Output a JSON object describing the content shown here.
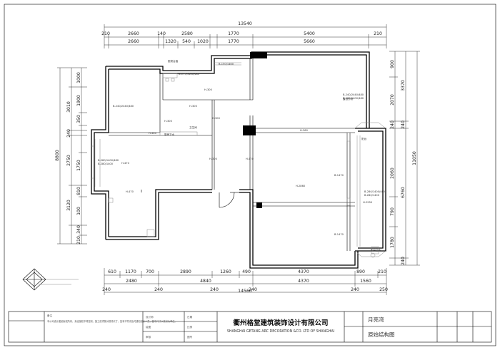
{
  "drawing": {
    "company_cn": "衢州格堂建筑装饰设计有限公司",
    "company_en": "SHANGHAI GETANG ARC DECORATION &CO. LTD OF SHANGHAI",
    "project_name": "月亮湾",
    "drawing_title": "原始结构图"
  },
  "dimensions": {
    "top_total": "13540",
    "top_row1": [
      "210",
      "2660",
      "140",
      "2580",
      "1770",
      "5400",
      "210"
    ],
    "top_row2": [
      "2660",
      "1320",
      "540",
      "1020",
      "1770",
      "5660"
    ],
    "bottom_total": "14560",
    "bottom_row1": [
      "610",
      "1170",
      "700",
      "2890",
      "1260",
      "490",
      "4370",
      "890",
      "210"
    ],
    "bottom_row2": [
      "2480",
      "4840",
      "4370",
      "1560"
    ],
    "bottom_row3": [
      "240",
      "240",
      "240",
      "240",
      "240",
      "250"
    ],
    "left_total": "8800",
    "left_segs": [
      "1000",
      "3010",
      "1900",
      "350",
      "240",
      "1750",
      "2750",
      "810",
      "3120",
      "100",
      "340",
      "210"
    ],
    "right_total": "11050",
    "right_col1": [
      "900",
      "2070",
      "240",
      "2060",
      "790",
      "1780"
    ],
    "right_col2": [
      "3370",
      "240",
      "6760",
      "240"
    ]
  },
  "annotations": {
    "beams": [
      "B-240/2440/480",
      "B-240/2440/480",
      "B-280/1400/480",
      "B-280/1400",
      "B-280/1400/480",
      "B-280/1400",
      "B-175/1460/480",
      "B-150/1460",
      "B-280/1400/480",
      "B-1470",
      "B-1470"
    ],
    "heights": [
      "H-300",
      "H-300",
      "H-300",
      "H-360",
      "H-360",
      "H-300",
      "H-470",
      "H-300",
      "H-470",
      "H-2860",
      "H-470",
      "H-2950"
    ],
    "room_labels": [
      "露台外侧",
      "阳台",
      "厨房台面",
      "卫生间",
      "厨房下水",
      "阳台下水"
    ]
  },
  "title_block": {
    "note_label": "备注",
    "note_text": "本公司设计图纸版权所有，未经授权不得复制，施工前须核对现场尺寸，如有不符请及时通知设计人员，图中尺寸以毫米为单位。",
    "fields": [
      "设计师",
      "绘图",
      "审核",
      "日期",
      "比例",
      "图号"
    ]
  }
}
